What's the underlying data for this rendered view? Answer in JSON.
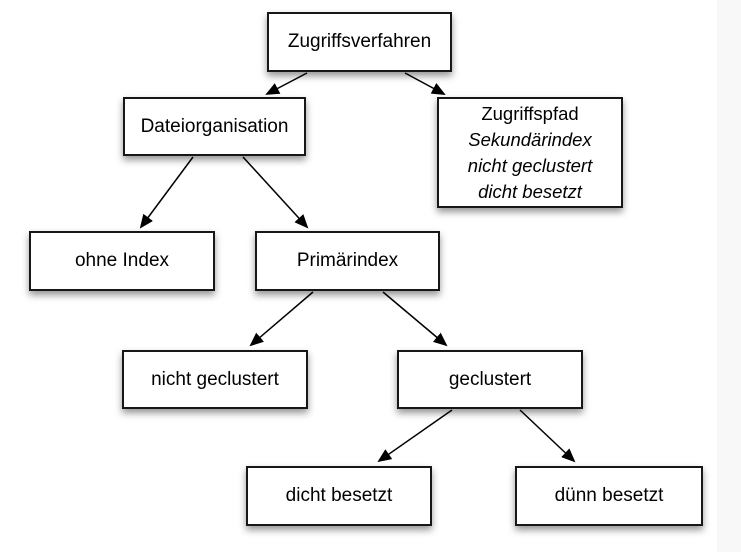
{
  "colors": {
    "background": "#ffffff",
    "page_edge": "#f8f8f8",
    "box_fill": "#ffffff",
    "box_border": "#171717",
    "text": "#000000",
    "arrow": "#000000"
  },
  "diagram": {
    "nodes": [
      {
        "id": "zugriffsverfahren",
        "label": "Zugriffsverfahren"
      },
      {
        "id": "dateiorganisation",
        "label": "Dateiorganisation"
      },
      {
        "id": "zugriffspfad",
        "lines": [
          "Zugriffspfad",
          "Sekundärindex",
          "nicht geclustert",
          "dicht besetzt"
        ],
        "line_styles": [
          "regular",
          "italic",
          "italic",
          "italic"
        ]
      },
      {
        "id": "ohne-index",
        "label": "ohne Index"
      },
      {
        "id": "primaerindex",
        "label": "Primärindex"
      },
      {
        "id": "nicht-geclustert",
        "label": "nicht geclustert"
      },
      {
        "id": "geclustert",
        "label": "geclustert"
      },
      {
        "id": "dicht-besetzt",
        "label": "dicht besetzt"
      },
      {
        "id": "duenn-besetzt",
        "label": "dünn besetzt"
      }
    ],
    "edges": [
      {
        "from": "zugriffsverfahren",
        "to": "dateiorganisation"
      },
      {
        "from": "zugriffsverfahren",
        "to": "zugriffspfad"
      },
      {
        "from": "dateiorganisation",
        "to": "ohne-index"
      },
      {
        "from": "dateiorganisation",
        "to": "primaerindex"
      },
      {
        "from": "primaerindex",
        "to": "nicht-geclustert"
      },
      {
        "from": "primaerindex",
        "to": "geclustert"
      },
      {
        "from": "geclustert",
        "to": "dicht-besetzt"
      },
      {
        "from": "geclustert",
        "to": "duenn-besetzt"
      }
    ]
  }
}
